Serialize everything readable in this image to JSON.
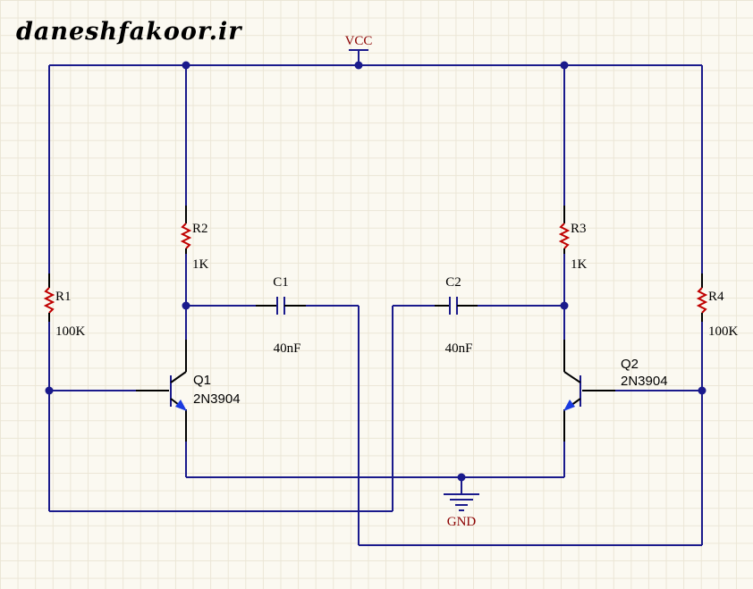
{
  "brand": {
    "text": "daneshfakoor.ir"
  },
  "nets": {
    "vcc": "VCC",
    "gnd": "GND"
  },
  "components": {
    "r1": {
      "ref": "R1",
      "value": "100K"
    },
    "r2": {
      "ref": "R2",
      "value": "1K"
    },
    "r3": {
      "ref": "R3",
      "value": "1K"
    },
    "r4": {
      "ref": "R4",
      "value": "100K"
    },
    "c1": {
      "ref": "C1",
      "value": "40nF"
    },
    "c2": {
      "ref": "C2",
      "value": "40nF"
    },
    "q1": {
      "ref": "Q1",
      "value": "2N3904"
    },
    "q2": {
      "ref": "Q2",
      "value": "2N3904"
    }
  },
  "colors": {
    "wire": "#1a1a8c",
    "resistor": "#c00000",
    "net_label": "#8b0000",
    "emitter_arrow": "#1a3ae0",
    "grid": "#ebe6d6"
  }
}
